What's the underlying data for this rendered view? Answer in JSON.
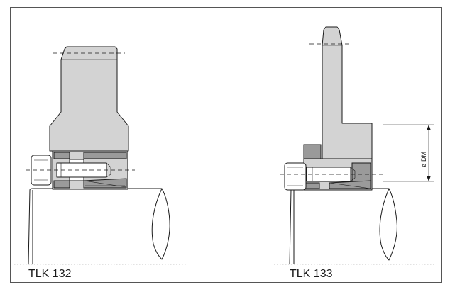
{
  "labels": {
    "left": "TLK 132",
    "right": "TLK 133",
    "dimension": "ø DM"
  },
  "colors": {
    "part_fill": "#d3d3d3",
    "dark_fill": "#9a9a9a",
    "line": "#1a1a1a",
    "frame": "#555555"
  }
}
